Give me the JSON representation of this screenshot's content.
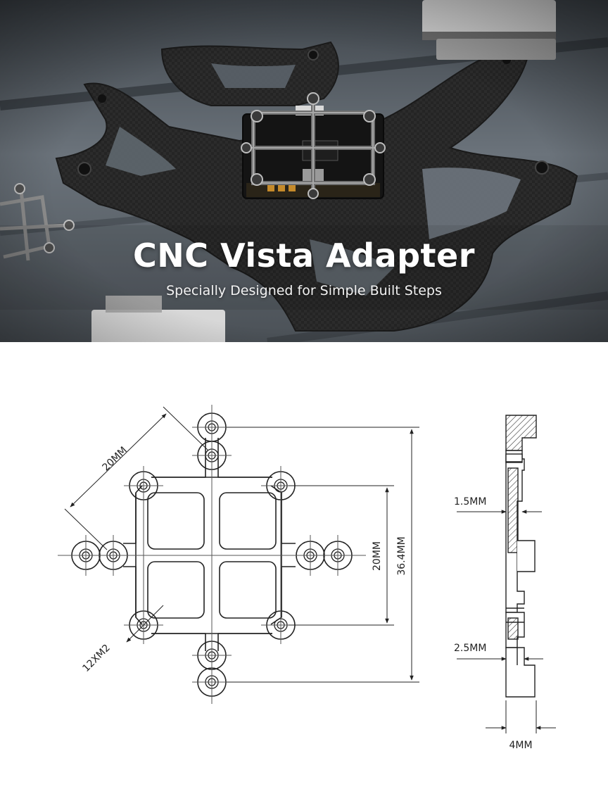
{
  "hero": {
    "title": "CNC Vista Adapter",
    "subtitle": "Specially Designed for Simple Built Steps",
    "colors": {
      "background": "#5a6168",
      "carbon": "#262626",
      "text": "#ffffff"
    }
  },
  "drawing": {
    "front_view": {
      "dim_diagonal": "20MM",
      "dim_inner_vertical": "20MM",
      "dim_outer_vertical": "36.4MM",
      "dim_holes": "12XM2"
    },
    "side_view": {
      "dim_top_thickness": "1.5MM",
      "dim_bottom_thickness": "2.5MM",
      "dim_width": "4MM"
    },
    "colors": {
      "line": "#222222",
      "center_line": "#555555"
    }
  }
}
